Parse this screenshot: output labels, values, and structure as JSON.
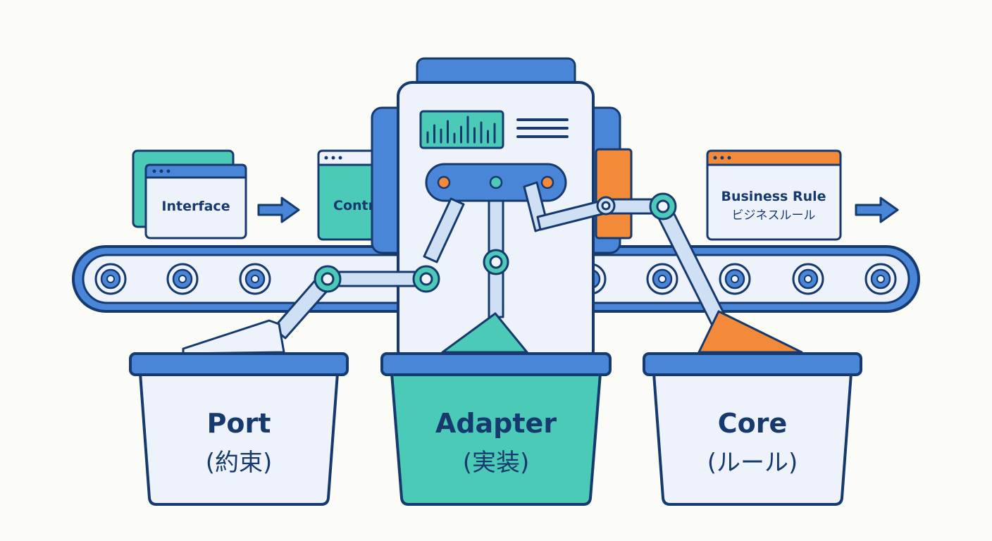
{
  "cards": {
    "interface": "Interface",
    "controller": "Controll",
    "business_rule": "Business Rule",
    "business_rule_jp": "ビジネスルール"
  },
  "bins": {
    "port": {
      "title": "Port",
      "subtitle": "(約束)"
    },
    "adapter": {
      "title": "Adapter",
      "subtitle": "(実装)"
    },
    "core": {
      "title": "Core",
      "subtitle": "(ルール)"
    }
  },
  "colors": {
    "navy": "#163a6e",
    "blue": "#4a86d8",
    "light_blue": "#cfe0f5",
    "panel": "#eef3fb",
    "teal": "#4ccab8",
    "orange": "#f28a3a"
  },
  "icons": [
    "arrow-right-icon",
    "bar-chart-icon",
    "text-lines-icon",
    "window-dots-icon",
    "robot-arm-icon",
    "conveyor-roller-icon"
  ]
}
